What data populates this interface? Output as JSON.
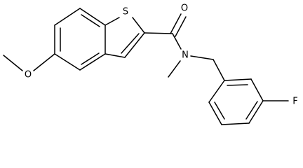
{
  "molecule": {
    "atoms": {
      "sulfur": "S",
      "carbonyl_oxygen": "O",
      "amide_nitrogen": "N",
      "ether_oxygen": "O",
      "fluorine": "F"
    }
  }
}
